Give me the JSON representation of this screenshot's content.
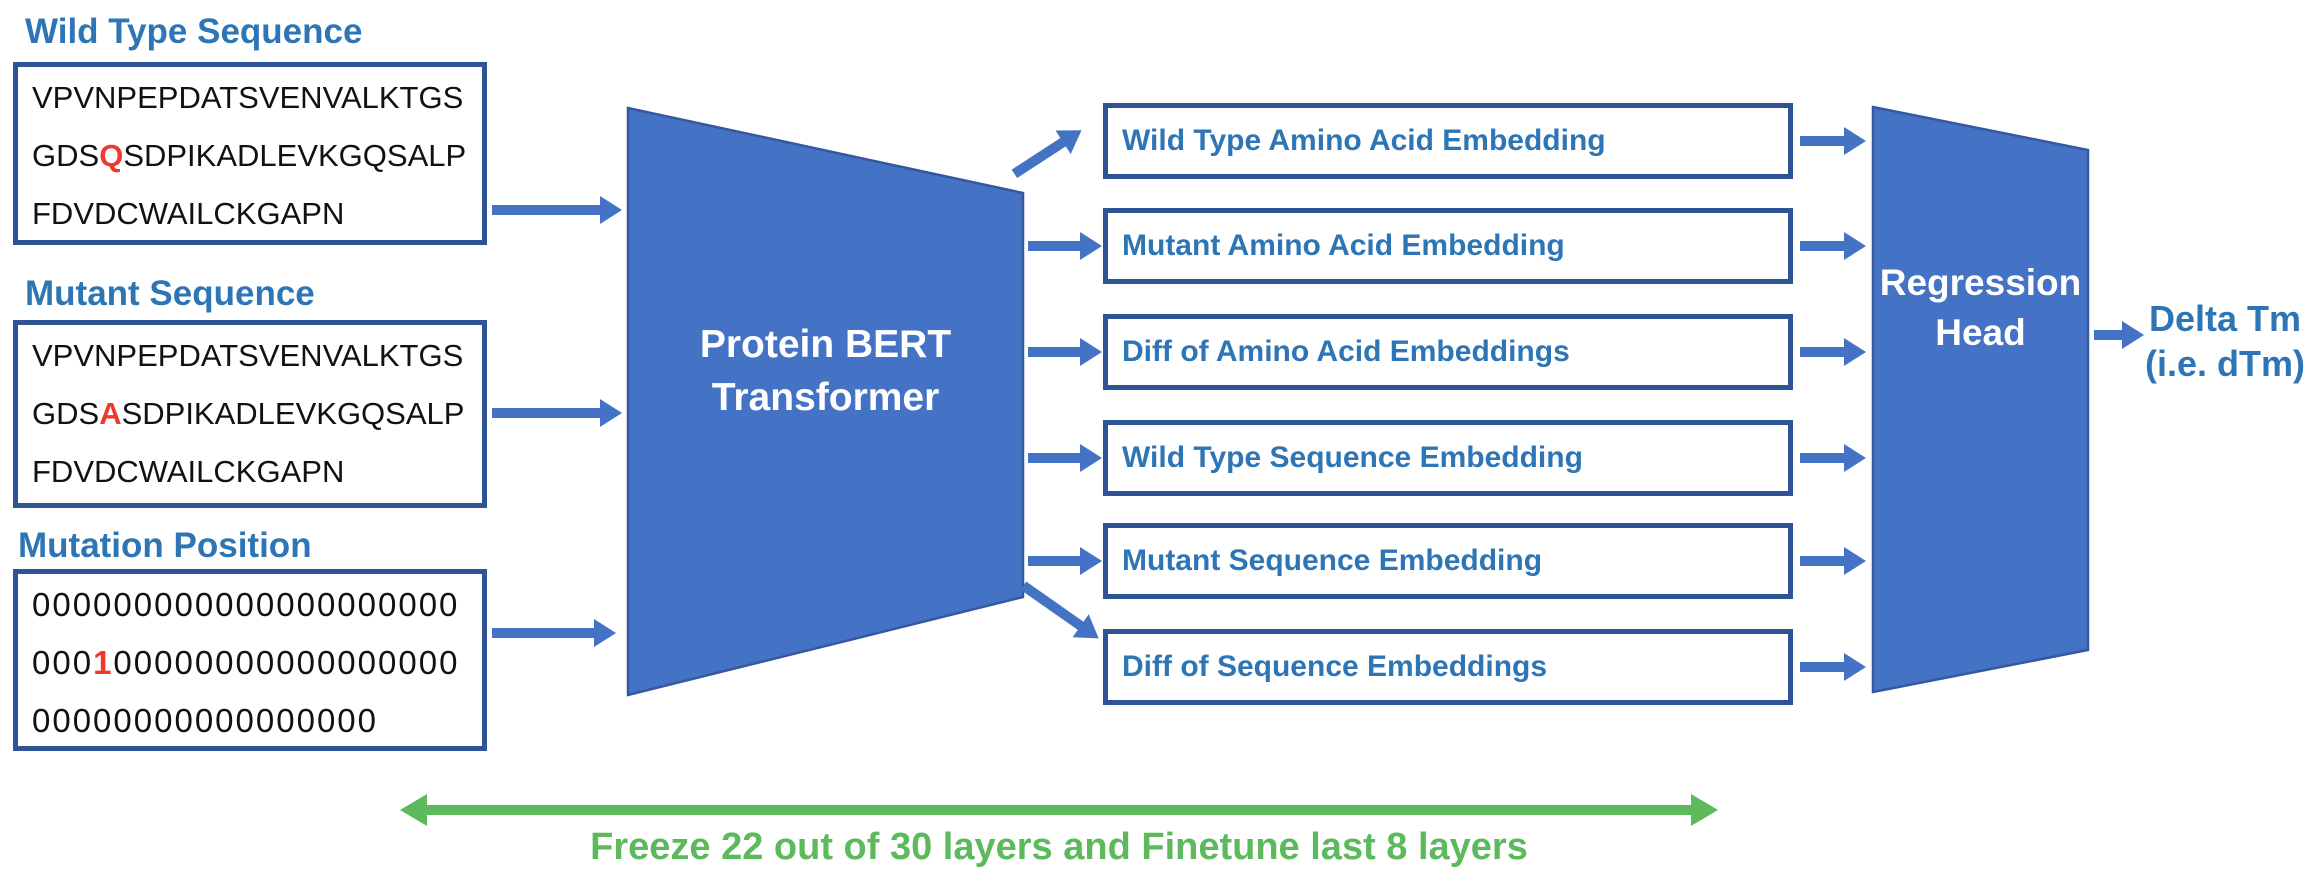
{
  "inputs": [
    {
      "title": "Wild Type Sequence",
      "lines": [
        {
          "pre": "VPVNPEPDATSVENVALKTGS",
          "accent": "",
          "post": ""
        },
        {
          "pre": "GDS",
          "accent": "Q",
          "post": "SDPIKADLEVKGQSALP"
        },
        {
          "pre": "FDVDCWAILCKGAPN",
          "accent": "",
          "post": ""
        }
      ]
    },
    {
      "title": "Mutant Sequence",
      "lines": [
        {
          "pre": "VPVNPEPDATSVENVALKTGS",
          "accent": "",
          "post": ""
        },
        {
          "pre": "GDS",
          "accent": "A",
          "post": "SDPIKADLEVKGQSALP"
        },
        {
          "pre": "FDVDCWAILCKGAPN",
          "accent": "",
          "post": ""
        }
      ]
    },
    {
      "title": "Mutation Position",
      "lines": [
        {
          "pre": "000000000000000000000",
          "accent": "",
          "post": ""
        },
        {
          "pre": "000",
          "accent": "1",
          "post": "00000000000000000"
        },
        {
          "pre": "00000000000000000",
          "accent": "",
          "post": ""
        }
      ]
    }
  ],
  "transformer": {
    "line1": "Protein BERT",
    "line2": "Transformer"
  },
  "embeddings": [
    "Wild Type Amino Acid Embedding",
    "Mutant Amino Acid Embedding",
    "Diff of Amino Acid Embeddings",
    "Wild Type Sequence Embedding",
    "Mutant Sequence Embedding",
    "Diff of Sequence Embeddings"
  ],
  "regression": {
    "line1": "Regression",
    "line2": "Head"
  },
  "output": {
    "line1": "Delta Tm",
    "line2": "(i.e. dTm)"
  },
  "footer": {
    "caption": "Freeze 22 out of 30 layers and Finetune last 8 layers"
  },
  "colors": {
    "shape_blue": "#4472C4",
    "shape_border": "#35589E",
    "box_border_navy": "#2F5496",
    "heading_blue": "#2E75B6",
    "accent_red": "#ED3A2D",
    "green": "#5CB95C",
    "sequence_black": "#111111",
    "shape_text_white": "#FFFFFF"
  }
}
